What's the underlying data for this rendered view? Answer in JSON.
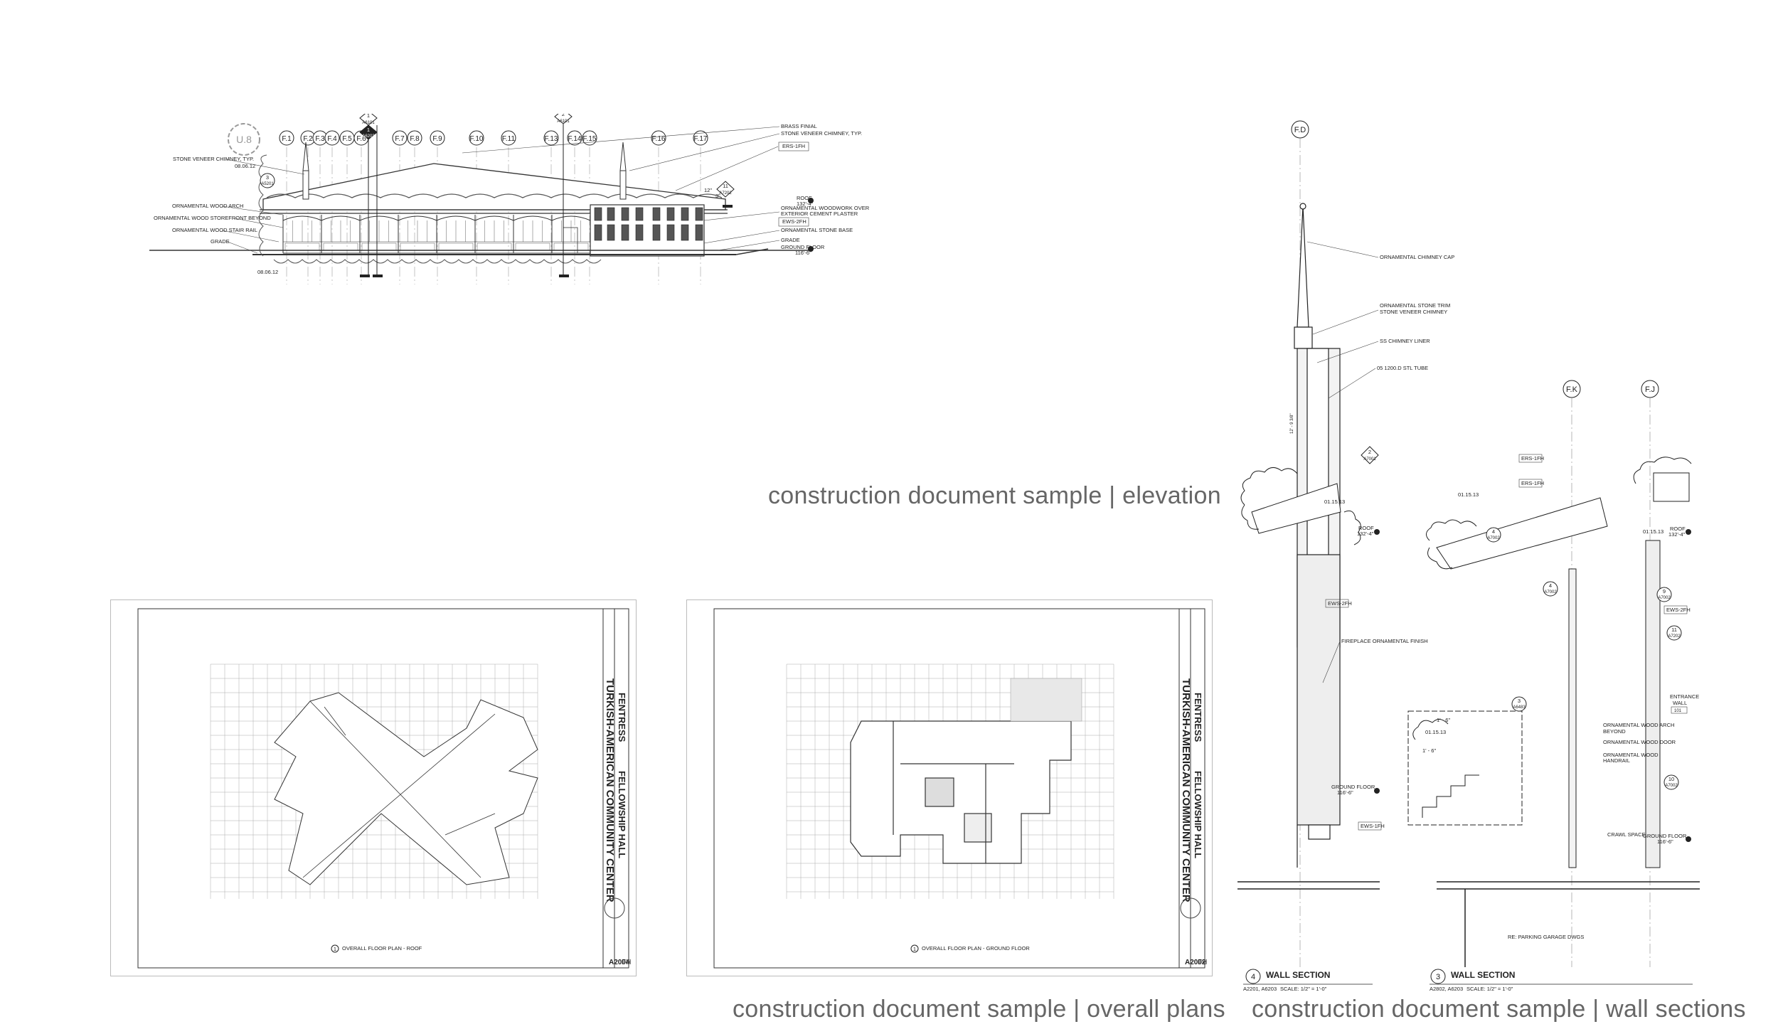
{
  "captions": {
    "elevation": "construction document sample | elevation",
    "plans": "construction document sample | overall plans",
    "sections": "construction document sample | wall sections"
  },
  "elevation": {
    "grids": [
      "F.1",
      "F.2",
      "F.3",
      "F.4",
      "F.5",
      "F.6",
      "F.7",
      "F.8",
      "F.9",
      "F.10",
      "F.11",
      "F.13",
      "F.14",
      "F.15",
      "F.16",
      "F.17"
    ],
    "revision_cloud_tag": "U.8",
    "date_top": "08.06.12",
    "date_bottom": "08.06.12",
    "callouts": [
      {
        "num": "1",
        "ref": "A6101"
      },
      {
        "num": "1",
        "ref": "A6203"
      },
      {
        "num": "2",
        "ref": "A6101"
      },
      {
        "num": "3",
        "ref": "A5201"
      },
      {
        "num": "11",
        "ref": "A7202"
      }
    ],
    "notes_left": [
      "STONE VENEER CHIMNEY, TYP.",
      "ORNAMENTAL WOOD ARCH",
      "ORNAMENTAL WOOD STOREFRONT BEYOND",
      "ORNAMENTAL WOOD STAIR RAIL",
      "GRADE"
    ],
    "notes_right": [
      "BRASS FINIAL",
      "STONE VENEER CHIMNEY, TYP.",
      "ERS-1FH",
      "ORNAMENTAL  WOODWORK OVER",
      "EXTERIOR CEMENT PLASTER",
      "EWS-2FH",
      "ORNAMENTAL STONE BASE",
      "GRADE"
    ],
    "roof_level": "ROOF",
    "roof_elev": "132'-4\"",
    "ground_level": "GROUND FLOOR",
    "ground_elev": "116'-6\"",
    "slope_12": "12\"",
    "slope_3": "3\""
  },
  "sheets": [
    {
      "firm": "FENTRESS",
      "project": "TURKISH-AMERICAN COMMUNITY CENTER",
      "building": "FELLOWSHIP HALL",
      "view_num": "1",
      "view_title": "OVERALL FLOOR PLAN - ROOF",
      "sheet_no": "A2004",
      "suffix": "FH"
    },
    {
      "firm": "FENTRESS",
      "project": "TURKISH-AMERICAN COMMUNITY CENTER",
      "building": "FELLOWSHIP HALL",
      "view_num": "1",
      "view_title": "OVERALL FLOOR PLAN - GROUND FLOOR",
      "sheet_no": "A2002",
      "suffix": "FH"
    }
  ],
  "sections": {
    "grids": [
      "F.D",
      "F.K",
      "F.J"
    ],
    "notes": [
      "ORNAMENTAL CHIMNEY CAP",
      "ORNAMENTAL STONE TRIM",
      "STONE VENEER CHIMNEY",
      "SS CHIMNEY LINER",
      "05 1200.D   STL TUBE",
      "EWS-2FH",
      "FIREPLACE ORNAMENTAL FINISH",
      "EWS-1FH",
      "ERS-1FH",
      "ERS-1FH",
      "EWS-2FH",
      "ENTRANCE",
      "WALL",
      "ORNAMENTAL WOOD ARCH",
      "BEYOND",
      "ORNAMENTAL WOOD  DOOR",
      "ORNAMENTAL WOOD",
      "HANDRAIL",
      "CRAWL SPACE",
      "RE: PARKING GARAGE DWGS"
    ],
    "dates": [
      "01.15.13",
      "01.15.13",
      "01.15.13",
      "01.15.13"
    ],
    "roof_level": "ROOF",
    "roof_elev": "132'-4\"",
    "ground_level": "GROUND FLOOR",
    "ground_elev": "116'-6\"",
    "dim": "12' - 9 3/8\"",
    "dim2": "1' - 6\"",
    "dim3": "1' - 6\"",
    "section_a": {
      "num": "4",
      "title": "WALL SECTION",
      "ref": "A2201, A6203",
      "scale": "SCALE: 1/2\" = 1'-0\""
    },
    "section_b": {
      "num": "3",
      "title": "WALL SECTION",
      "ref": "A2802, A6203",
      "scale": "SCALE: 1/2\" = 1'-0\""
    },
    "callouts": [
      {
        "num": "2",
        "ref": "A7001"
      },
      {
        "num": "4",
        "ref": "A7002"
      },
      {
        "num": "4",
        "ref": "A7002"
      },
      {
        "num": "9",
        "ref": "A7002"
      },
      {
        "num": "11",
        "ref": "A7202"
      },
      {
        "num": "3",
        "ref": "A6483"
      },
      {
        "num": "10",
        "ref": "A7002"
      }
    ],
    "entrance_room": "101"
  }
}
